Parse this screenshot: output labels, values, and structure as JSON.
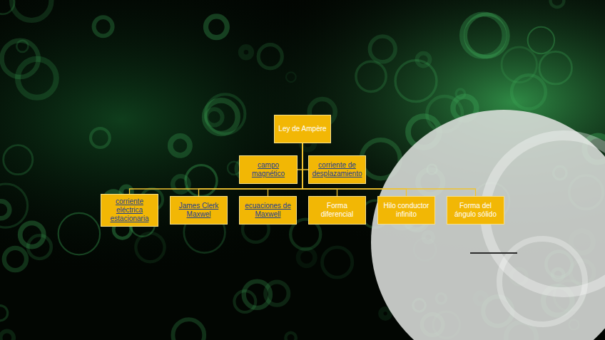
{
  "diagram": {
    "nodes": [
      {
        "text": [
          "Ley de Ampère"
        ]
      },
      {
        "text": [
          "campo magnético"
        ]
      },
      {
        "text": [
          "corriente de desplazamiento"
        ]
      },
      {
        "text": [
          "corriente eléctrica estacionaria"
        ]
      },
      {
        "text": [
          "James Clerk Maxwel"
        ]
      },
      {
        "text": [
          "ecuaciones de Maxwell"
        ]
      },
      {
        "text": [
          "Forma diferencial"
        ]
      },
      {
        "text": [
          "Hilo conductor infinito"
        ]
      },
      {
        "text": [
          "Forma del ángulo sólido"
        ]
      }
    ],
    "edges": [
      {
        "from": 0,
        "to": 1,
        "arrow": "none"
      },
      {
        "from": 0,
        "to": 2,
        "arrow": "none"
      },
      {
        "from": 0,
        "to": 3,
        "arrow": "none"
      },
      {
        "from": 0,
        "to": 4,
        "arrow": "none"
      },
      {
        "from": 0,
        "to": 5,
        "arrow": "none"
      },
      {
        "from": 0,
        "to": 6,
        "arrow": "none"
      },
      {
        "from": 0,
        "to": 7,
        "arrow": "none"
      },
      {
        "from": 0,
        "to": 8,
        "arrow": "none"
      }
    ]
  }
}
